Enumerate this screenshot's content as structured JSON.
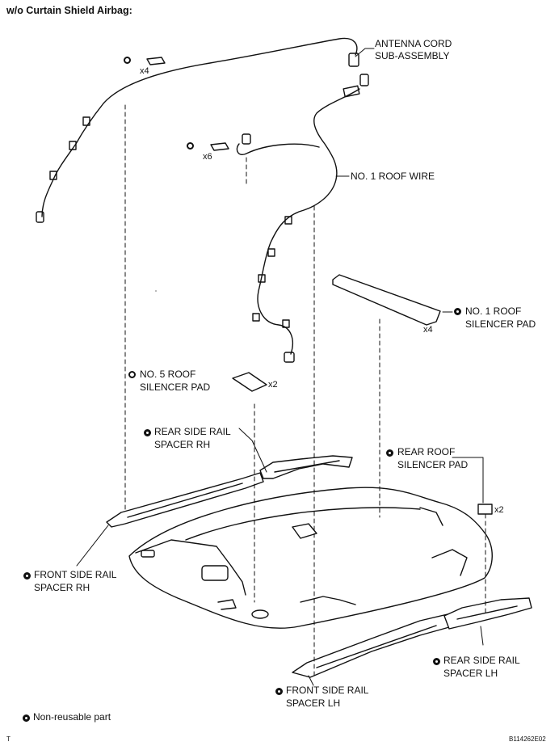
{
  "title": "w/o Curtain Shield Airbag:",
  "labels": {
    "antenna_line1": "ANTENNA CORD",
    "antenna_line2": "SUB-ASSEMBLY",
    "roof_wire": "NO. 1 ROOF WIRE",
    "no1_pad_line1": "NO. 1 ROOF",
    "no1_pad_line2": "SILENCER PAD",
    "no5_pad_line1": "NO. 5 ROOF",
    "no5_pad_line2": "SILENCER PAD",
    "rear_rail_rh_line1": "REAR SIDE RAIL",
    "rear_rail_rh_line2": "SPACER RH",
    "rear_roof_pad_line1": "REAR ROOF",
    "rear_roof_pad_line2": "SILENCER PAD",
    "front_rail_rh_line1": "FRONT SIDE RAIL",
    "front_rail_rh_line2": "SPACER RH",
    "rear_rail_lh_line1": "REAR SIDE RAIL",
    "rear_rail_lh_line2": "SPACER LH",
    "front_rail_lh_line1": "FRONT SIDE RAIL",
    "front_rail_lh_line2": "SPACER LH"
  },
  "quantities": {
    "clip_top": "x4",
    "clip_mid": "x6",
    "no1_pad": "x4",
    "no5_pad": "x2",
    "rear_roof_pad": "x2"
  },
  "legend": "Non-reusable part",
  "footer_left": "T",
  "footer_code": "B114262E02",
  "colors": {
    "line": "#111111",
    "paper": "#ffffff"
  }
}
